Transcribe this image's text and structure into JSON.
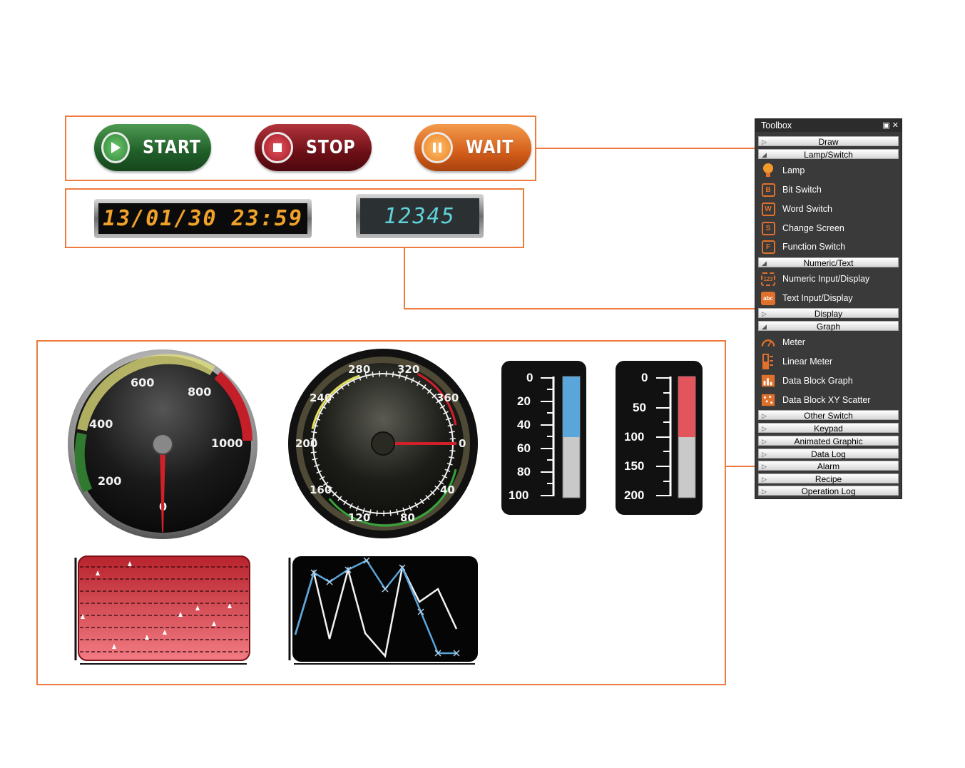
{
  "buttons": {
    "start_label": "START",
    "stop_label": "STOP",
    "wait_label": "WAIT"
  },
  "displays": {
    "datetime": "13/01/30 23:59",
    "numeric": "12345"
  },
  "meter1": {
    "labels": [
      "200",
      "400",
      "600",
      "800",
      "1000",
      "0"
    ],
    "value": 0
  },
  "meter2": {
    "labels": [
      "280",
      "320",
      "240",
      "360",
      "200",
      "0",
      "160",
      "40",
      "120",
      "80"
    ],
    "value": 0
  },
  "linear1": {
    "labels": [
      "0",
      "20",
      "40",
      "60",
      "80",
      "100"
    ],
    "level": 0.5,
    "color": "#5aa6db"
  },
  "linear2": {
    "labels": [
      "0",
      "50",
      "100",
      "150",
      "200"
    ],
    "level": 0.5,
    "color": "#e2555c"
  },
  "toolbox": {
    "title": "Toolbox",
    "categories": {
      "draw": "Draw",
      "lamp_switch": "Lamp/Switch",
      "numeric_text": "Numeric/Text",
      "display": "Display",
      "graph": "Graph",
      "other_switch": "Other Switch",
      "keypad": "Keypad",
      "animated_graphic": "Animated Graphic",
      "data_log": "Data Log",
      "alarm": "Alarm",
      "recipe": "Recipe",
      "operation_log": "Operation Log"
    },
    "items": {
      "lamp": "Lamp",
      "bit_switch": "Bit Switch",
      "word_switch": "Word Switch",
      "change_screen": "Change Screen",
      "function_switch": "Function Switch",
      "numeric_input": "Numeric Input/Display",
      "text_input": "Text Input/Display",
      "meter": "Meter",
      "linear_meter": "Linear Meter",
      "data_block_graph": "Data Block Graph",
      "data_block_xy": "Data Block XY Scatter"
    },
    "icons": {
      "bit_switch": "B",
      "word_switch": "W",
      "change_screen": "S",
      "function_switch": "F",
      "numeric_input": "123",
      "text_input": "abc"
    }
  },
  "colors": {
    "accent": "#ef7a3d"
  }
}
